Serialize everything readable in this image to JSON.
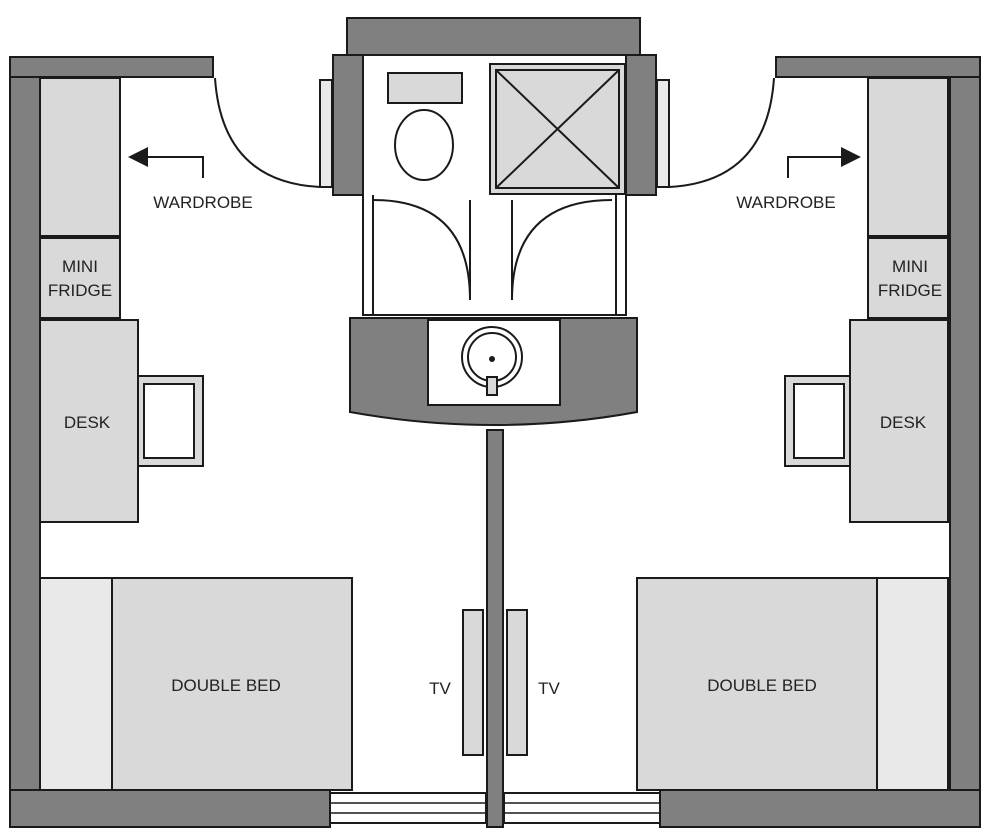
{
  "labels": {
    "wardrobe_left": "WARDROBE",
    "wardrobe_right": "WARDROBE",
    "fridge_left_line1": "MINI",
    "fridge_left_line2": "FRIDGE",
    "fridge_right_line1": "MINI",
    "fridge_right_line2": "FRIDGE",
    "desk_left": "DESK",
    "desk_right": "DESK",
    "bed_left": "DOUBLE BED",
    "bed_right": "DOUBLE BED",
    "tv_left": "TV",
    "tv_right": "TV"
  },
  "colors": {
    "wall": "#808080",
    "furniture": "#d9d9d9",
    "stroke": "#1a1a1a",
    "floor": "#ffffff"
  }
}
